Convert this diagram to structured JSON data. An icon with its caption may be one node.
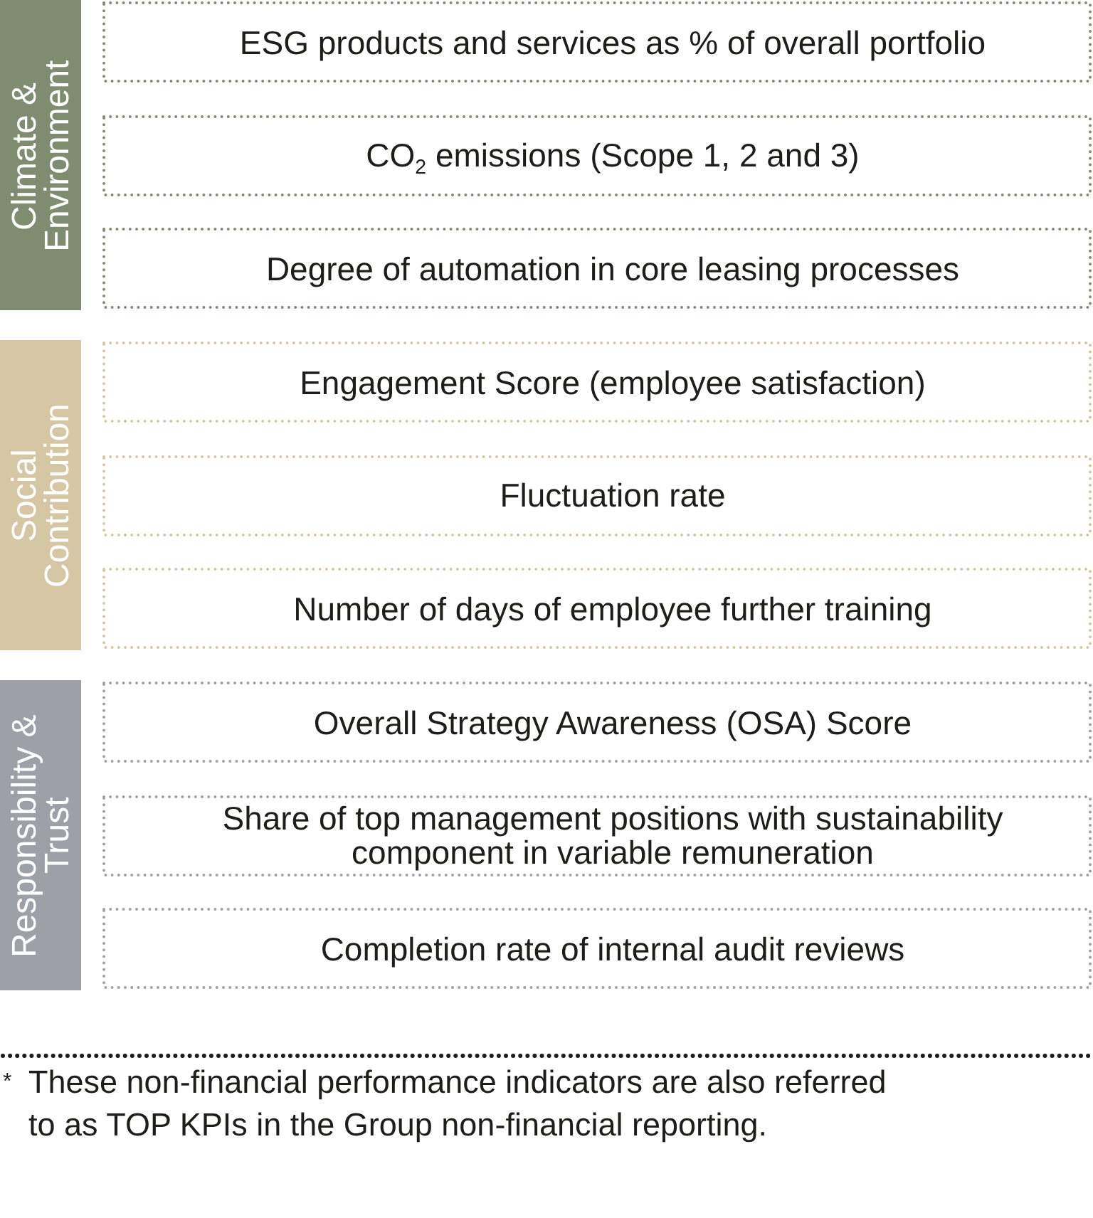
{
  "diagram": {
    "nodes": [
      {
        "text": [
          "Climate & Environment"
        ]
      },
      {
        "text": [
          "ESG products and services as % of overall portfolio"
        ]
      },
      {
        "text": [
          "CO$_{2}$ emissions (Scope 1, 2 and 3)"
        ]
      },
      {
        "text": [
          "Degree of automation in core leasing processes"
        ]
      },
      {
        "text": [
          "Social Contribution"
        ]
      },
      {
        "text": [
          "Engagement Score (employee satisfaction)"
        ]
      },
      {
        "text": [
          "Fluctuation rate"
        ]
      },
      {
        "text": [
          "Number of days of employee further training"
        ]
      },
      {
        "text": [
          "Responsibility & Trust"
        ]
      },
      {
        "text": [
          "Overall Strategy Awareness (OSA) Score"
        ]
      },
      {
        "text": [
          "Share of top management positions with sustainability component in variable remuneration"
        ]
      },
      {
        "text": [
          "Completion rate of internal audit reviews"
        ]
      }
    ],
    "labels": [
      "*",
      "These non-financial performance indicators are also referred to as TOP KPIs in the Group non-financial reporting."
    ]
  }
}
